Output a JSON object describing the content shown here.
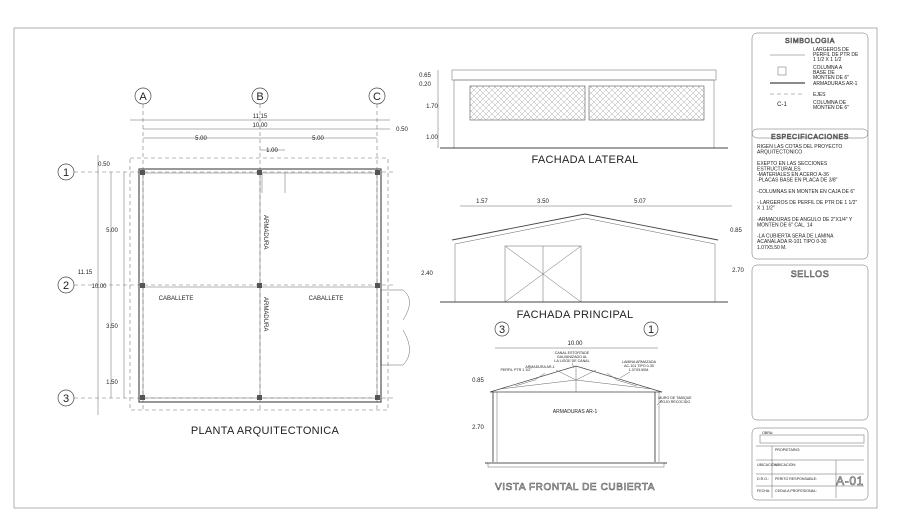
{
  "plan": {
    "axes_letters": [
      "A",
      "B",
      "C"
    ],
    "axes_numbers": [
      "1",
      "2",
      "3"
    ],
    "dims_top": [
      "11.15",
      "10.00",
      "5.00",
      "5.00",
      "1.00",
      "0.50"
    ],
    "dims_left": [
      "0.50",
      "5.00",
      "11.15",
      "10.00",
      "3.50",
      "1.50"
    ],
    "labels": [
      "ARMADURA",
      "ARMADURA",
      "CABALLETE",
      "CABALLETE"
    ],
    "title": "PLANTA  ARQUITECTONICA"
  },
  "fachada_lateral": {
    "dims": [
      "0.65",
      "0.20",
      "1.70",
      "1.00"
    ],
    "title": "FACHADA LATERAL"
  },
  "fachada_principal": {
    "dims_top": [
      "1.57",
      "3.50",
      "5.07"
    ],
    "dims_side": [
      "0.85",
      "2.40",
      "2.70"
    ],
    "title": "FACHADA PRINCIPAL"
  },
  "vista_frontal": {
    "axes": [
      "3",
      "1"
    ],
    "dims": [
      "10.00",
      "0.85",
      "2.70"
    ],
    "label": "ARMADURAS AR-1",
    "notes": [
      "CANAL ESTORTADE\nGALVANIZADO AL\nLA LIGGE DE CANAL",
      "ARMADURA AR-1",
      "PERFIL PTR 1 1/2\"",
      "LAMINA ARMAZADA\nAC-101 TIPO 0-30\n1.07X5.50M.",
      "MURO DE TABIQUE\nROJO RECOCIDO"
    ],
    "title": "VISTA FRONTAL DE CUBIERTA"
  },
  "simbologia": {
    "title": "SIMBOLOGIA",
    "items": [
      {
        "code": "",
        "text": "LARGEROS DE\nPERFIL DE PTR DE\n1 1/2 X 1 1/2"
      },
      {
        "code": "",
        "text": "COLUMNA A\nBASE DE\nMONTEN DE 6\""
      },
      {
        "code": "",
        "text": "ARMADURAS AR-1"
      },
      {
        "code": "",
        "text": "EJES"
      },
      {
        "code": "C-1",
        "text": "COLUMNA DE\nMONTEN DE 6\""
      }
    ]
  },
  "especificaciones": {
    "title": "ESPECIFICACIONES",
    "lines": [
      "RIGEN LAS COTAS DEL PROYECTO",
      "ARQUITECTONICO",
      "",
      "EXEPTO EN LAS SECCIONES",
      "ESTRUCTURALES",
      "-MATERIALES EN ACERO A-36",
      "-PLACAS  BASE EN PLACA DE 3/8\"",
      "",
      "-COLUMNAS EN MONTEN EN CAJA DE 6\"",
      "",
      "- LARGEROS DE  PERFIL DE PTR DE 1 1/2\"",
      "X 1 1/2\"",
      "",
      "-ARMADURAS DE ANGULO DE  2\"X1/4\" Y",
      "MONTEN DE 6\" CAL. 14",
      "",
      "-LA CUBIERTA SERA DE LAMINA",
      "ACANALADA R-101 TIPO 0-30",
      "1.07X5.50 M."
    ]
  },
  "sellos": {
    "title": "SELLOS"
  },
  "cajetin": {
    "obra_label": "OBRA:",
    "obra_value": "",
    "rows": [
      {
        "label": "",
        "value": "PROPIETARIO:"
      },
      {
        "label": "UBICACION:",
        "value": "UBICACION:"
      },
      {
        "label": "D.R.O.:",
        "value": "PERITO RESPONSABLE:"
      },
      {
        "label": "FECHA:",
        "value": "CEDULA PROFESIONAL:"
      }
    ],
    "sheet_number": "A-01"
  }
}
